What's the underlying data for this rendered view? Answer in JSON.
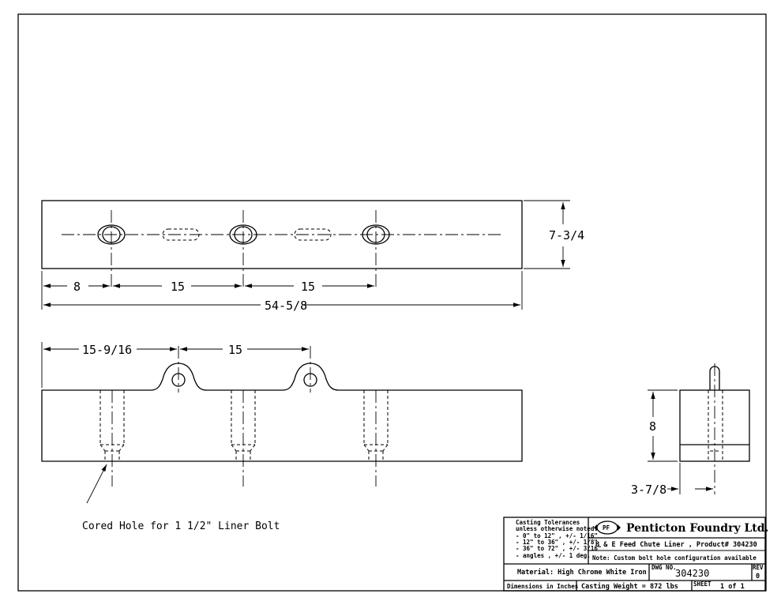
{
  "dimensions": {
    "top_height": "7-3/4",
    "top_left_offset": "8",
    "top_spacing_1": "15",
    "top_spacing_2": "15",
    "overall_length": "54-5/8",
    "front_left_offset": "15-9/16",
    "front_spacing": "15",
    "side_height": "8",
    "side_offset": "3-7/8"
  },
  "note": {
    "cored_hole": "Cored  Hole for 1 1/2\" Liner Bolt"
  },
  "title_block": {
    "tolerance_title": "Casting Tolerances",
    "tolerance_sub": "unless otherwise noted:",
    "tolerance_lines": [
      "- 0\" to 12\" , +/- 1/16\"",
      "- 12\" to 36\" , +/- 1/8\"",
      "- 36\" to 72\" , +/- 3/16\"",
      "- angles , +/- 1 deg."
    ],
    "company": "Penticton Foundry Ltd.",
    "logo_text": "PF",
    "description": "B & E Feed Chute Liner , Product# 304230",
    "custom_note": "Note: Custom bolt hole configuration available",
    "material": "Material: High Chrome White Iron",
    "dwg_label": "DWG NO.",
    "dwg_no": "304230",
    "rev_label": "REV",
    "rev_value": "0",
    "dim_units": "Dimensions in Inches",
    "casting_weight": "Casting Weight = 872 lbs",
    "sheet_label": "SHEET",
    "sheet_value": "1 of 1"
  }
}
